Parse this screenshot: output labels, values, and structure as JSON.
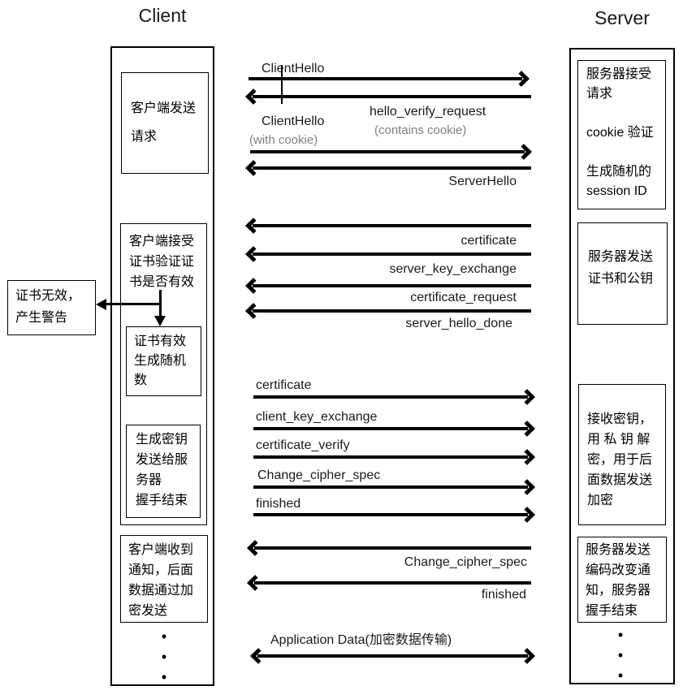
{
  "colors": {
    "ink": "#000000",
    "muted": "#7f7f7f"
  },
  "actors": {
    "client": "Client",
    "server": "Server"
  },
  "client": {
    "box_send_request": "客户端发送\n请求",
    "box_accept_cert": "客户端接受\n证书验证证\n书是否有效",
    "box_cert_valid": "证书有效\n生成随机\n数",
    "box_gen_key": "生成密钥\n发送给服\n务器\n握手结束",
    "box_notified": "客户端收到\n通知，后面\n数据通过加\n密发送",
    "ellipsis": "•\n•\n•"
  },
  "warning_box": "证书无效，\n产生警告",
  "server": {
    "box_accept": "服务器接受\n请求\n\ncookie 验证\n\n生成随机的\nsession ID",
    "box_send_cert": "服务器发送\n证书和公钥",
    "box_recv_key": "接收密钥，\n用 私 钥 解\n密，用于后\n面数据发送\n加密",
    "box_change_notice": "服务器发送\n编码改变通\n知，服务器\n握手结束",
    "ellipsis": "•\n•\n•"
  },
  "messages": {
    "client_hello": "ClientHello",
    "hello_verify_request": "hello_verify_request",
    "contains_cookie": "(contains cookie)",
    "client_hello_cookie": "ClientHello",
    "with_cookie": "(with cookie)",
    "server_hello": "ServerHello",
    "certificate_from_server": "certificate",
    "server_key_exchange": "server_key_exchange",
    "certificate_request": "certificate_request",
    "server_hello_done": "server_hello_done",
    "certificate_from_client": "certificate",
    "client_key_exchange": "client_key_exchange",
    "certificate_verify": "certificate_verify",
    "change_cipher_spec_client": "Change_cipher_spec",
    "finished_client": "finished",
    "change_cipher_spec_server": "Change_cipher_spec",
    "finished_server": "finished",
    "application_data": "Application Data(加密数据传输)"
  }
}
